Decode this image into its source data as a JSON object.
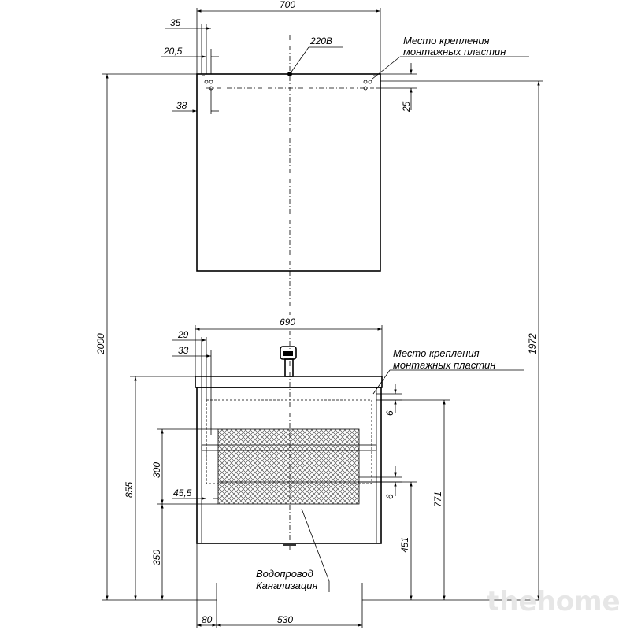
{
  "mirror": {
    "width": "700",
    "dim_35": "35",
    "dim_20_5": "20,5",
    "dim_38": "38",
    "dim_25": "25",
    "power": "220В",
    "mount_label_1": "Место крепления",
    "mount_label_2": "монтажных пластин"
  },
  "cabinet": {
    "width": "690",
    "dim_29": "29",
    "dim_33": "33",
    "dim_6_top": "6",
    "dim_6_mid": "6",
    "dim_300": "300",
    "dim_45_5": "45,5",
    "dim_350": "350",
    "dim_855": "855",
    "dim_771": "771",
    "dim_451": "451",
    "dim_80": "80",
    "dim_530": "530",
    "mount_label_1": "Место крепления",
    "mount_label_2": "монтажных пластин",
    "water": "Водопровод",
    "sewer": "Канализация"
  },
  "overall": {
    "height_2000": "2000",
    "height_1972": "1972"
  },
  "watermark": "thehome"
}
